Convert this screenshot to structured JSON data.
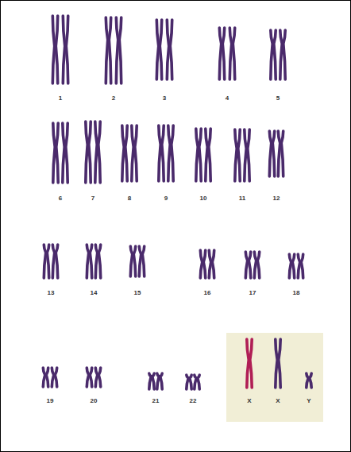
{
  "diagram": {
    "nodes": [
      {
        "text": [
          "X",
          "X",
          "Y"
        ]
      }
    ],
    "labels": [
      "1",
      "2",
      "3",
      "4",
      "5",
      "6",
      "7",
      "8",
      "9",
      "10",
      "11",
      "12",
      "13",
      "14",
      "15",
      "16",
      "17",
      "18",
      "19",
      "20",
      "21",
      "22"
    ]
  }
}
